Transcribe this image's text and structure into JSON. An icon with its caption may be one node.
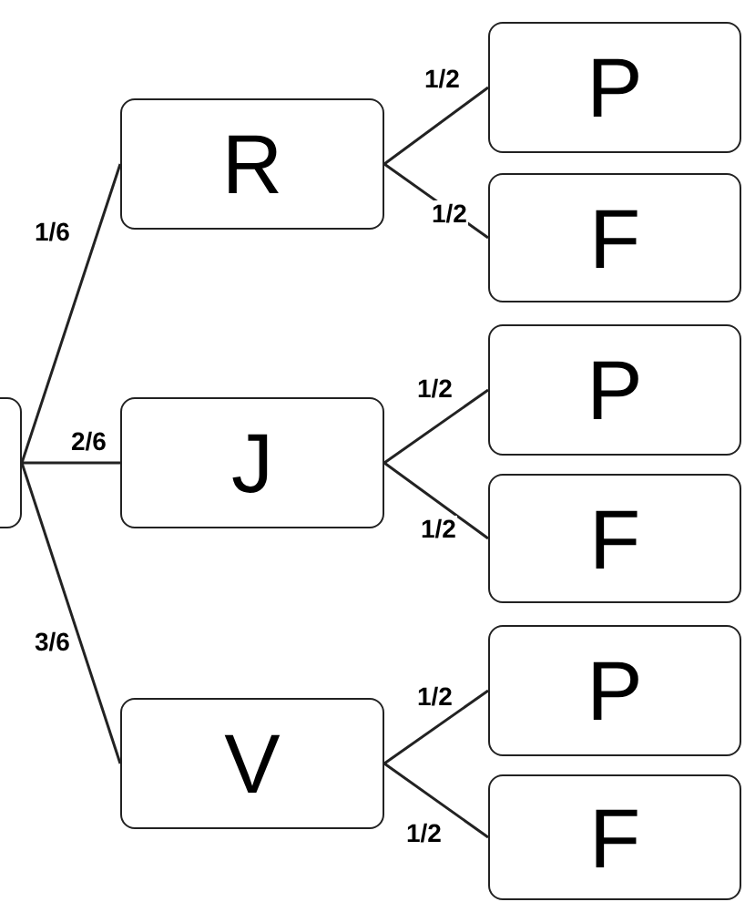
{
  "diagram": {
    "nodes": [
      {
        "text": [],
        "shape": "box"
      },
      {
        "text": [
          "R"
        ]
      },
      {
        "text": [
          "J"
        ]
      },
      {
        "text": [
          "V"
        ]
      },
      {
        "text": [
          "P"
        ]
      },
      {
        "text": [
          "F"
        ]
      },
      {
        "text": [
          "P"
        ]
      },
      {
        "text": [
          "F"
        ]
      },
      {
        "text": [
          "P"
        ]
      },
      {
        "text": [
          "F"
        ]
      }
    ],
    "edges": [
      {
        "from": 0,
        "to": 1,
        "arrow": "none",
        "label": "1/6"
      },
      {
        "from": 0,
        "to": 2,
        "arrow": "none",
        "label": "2/6"
      },
      {
        "from": 0,
        "to": 3,
        "arrow": "none",
        "label": "3/6"
      },
      {
        "from": 1,
        "to": 4,
        "arrow": "none",
        "label": "1/2"
      },
      {
        "from": 1,
        "to": 5,
        "arrow": "none",
        "label": "1/2"
      },
      {
        "from": 2,
        "to": 6,
        "arrow": "none",
        "label": "1/2"
      },
      {
        "from": 2,
        "to": 7,
        "arrow": "none",
        "label": "1/2"
      },
      {
        "from": 3,
        "to": 8,
        "arrow": "none",
        "label": "1/2"
      },
      {
        "from": 3,
        "to": 9,
        "arrow": "none",
        "label": "1/2"
      }
    ]
  }
}
